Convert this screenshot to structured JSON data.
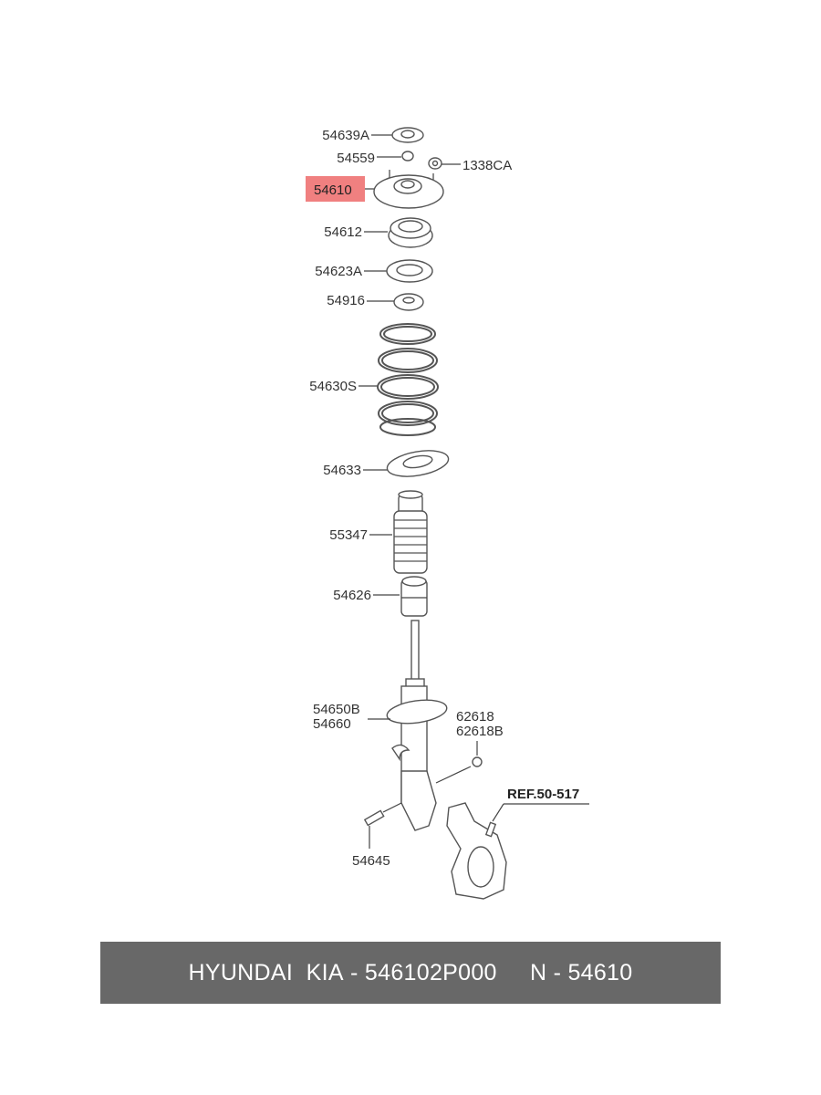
{
  "diagram": {
    "labels": {
      "p54639A": "54639A",
      "p54559": "54559",
      "p1338CA": "1338CA",
      "p54610": "54610",
      "p54612": "54612",
      "p54623A": "54623A",
      "p54916": "54916",
      "p54630S": "54630S",
      "p54633": "54633",
      "p55347": "55347",
      "p54626": "54626",
      "p54650B": "54650B",
      "p54660": "54660",
      "p62618": "62618",
      "p62618B": "62618B",
      "ref": "REF.50-517",
      "p54645": "54645"
    },
    "highlight_color": "#f08080"
  },
  "footer": {
    "brand": "HYUNDAI  KIA",
    "part_number": " - 546102P000",
    "oem_label": "     N - 54610"
  }
}
